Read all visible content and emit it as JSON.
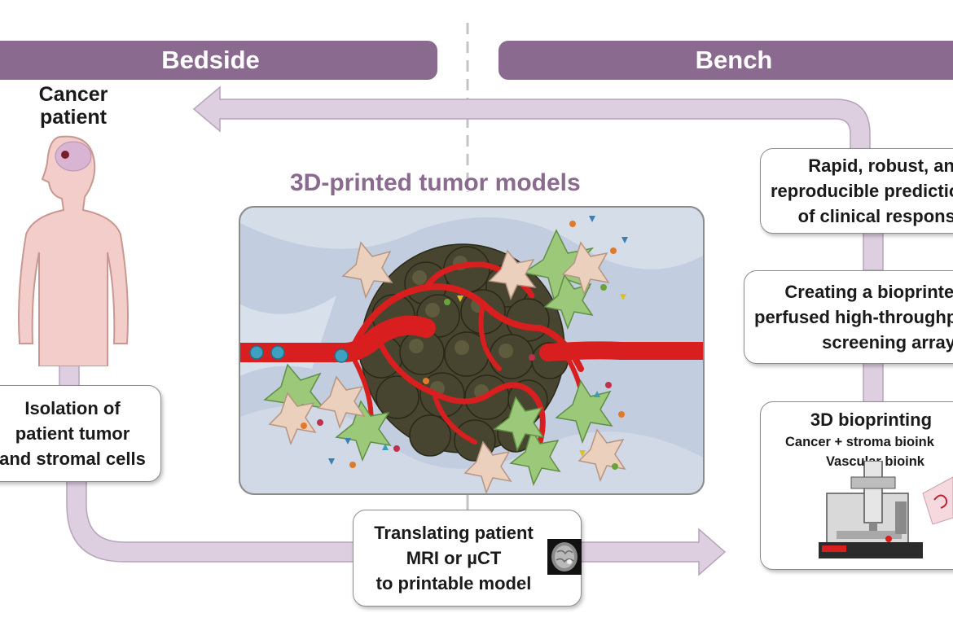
{
  "colors": {
    "banner": "#8a6a8f",
    "arrow_fill": "#ddcfe0",
    "arrow_stroke": "#b8a3bd",
    "vessel": "#d81e1e",
    "tumor_cell": "#47452f",
    "stromal_green": "#9cc87a",
    "stromal_peach": "#ecd0be",
    "title_purple": "#8a6a8f"
  },
  "banners": {
    "bedside": "Bedside",
    "bench": "Bench"
  },
  "patient": {
    "line1": "Cancer",
    "line2": "patient"
  },
  "title": "3D-printed tumor models",
  "boxes": {
    "isolation": [
      "Isolation of",
      "patient tumor",
      "and stromal cells"
    ],
    "translating": [
      "Translating patient",
      "MRI or µCT",
      "to printable model"
    ],
    "rapid": [
      "Rapid, robust, and",
      "reproducible prediction",
      "of clinical response"
    ],
    "creating": [
      "Creating a bioprinted",
      "perfused high-throughput",
      "screening array"
    ],
    "bioprinting": {
      "title": "3D bioprinting",
      "sub1": "Cancer + stroma bioink",
      "sub2": "Vascular bioink"
    }
  },
  "icons": {
    "patient": "human-silhouette-icon",
    "mri": "brain-mri-scan-icon",
    "printer": "bioprinter-machine-icon",
    "tumor": "tumor-model-illustration"
  }
}
